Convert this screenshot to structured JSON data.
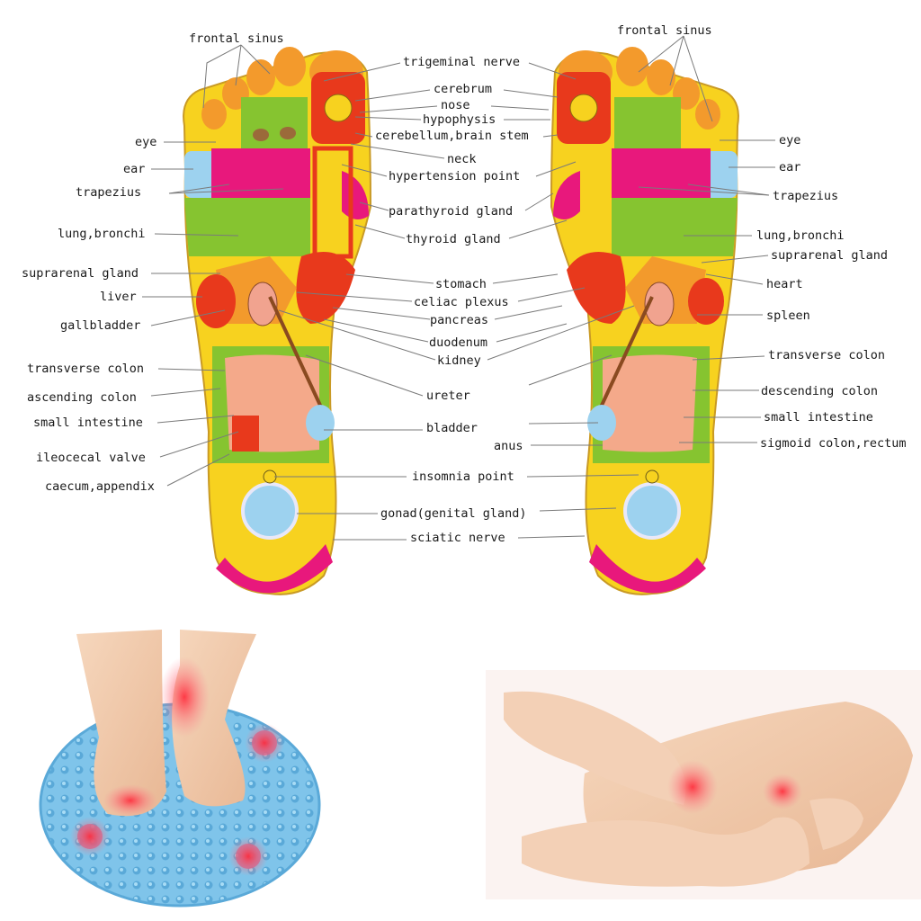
{
  "colors": {
    "yellow": "#f7d21f",
    "green": "#86c430",
    "magenta": "#e8187c",
    "red": "#e8391c",
    "orange": "#f39a2c",
    "blue": "#9dd2ef",
    "skin": "#f1c8a4",
    "mat": "#7fc4ea"
  },
  "left_labels": [
    "frontal sinus",
    "eye",
    "ear",
    "trapezius",
    "lung,bronchi",
    "suprarenal gland",
    "liver",
    "gallbladder",
    "transverse colon",
    "ascending colon",
    "small intestine",
    "ileocecal valve",
    "caecum,appendix"
  ],
  "center_labels": [
    "trigeminal nerve",
    "cerebrum",
    "nose",
    "hypophysis",
    "cerebellum,brain stem",
    "neck",
    "hypertension point",
    "parathyroid gland",
    "thyroid gland",
    "stomach",
    "celiac plexus",
    "pancreas",
    "duodenum",
    "kidney",
    "ureter",
    "bladder",
    "anus",
    "insomnia point",
    "gonad(genital gland)",
    "sciatic nerve"
  ],
  "right_labels": [
    "frontal sinus",
    "eye",
    "ear",
    "trapezius",
    "lung,bronchi",
    "suprarenal gland",
    "heart",
    "spleen",
    "transverse colon",
    "descending colon",
    "small intestine",
    "sigmoid colon,rectum"
  ]
}
